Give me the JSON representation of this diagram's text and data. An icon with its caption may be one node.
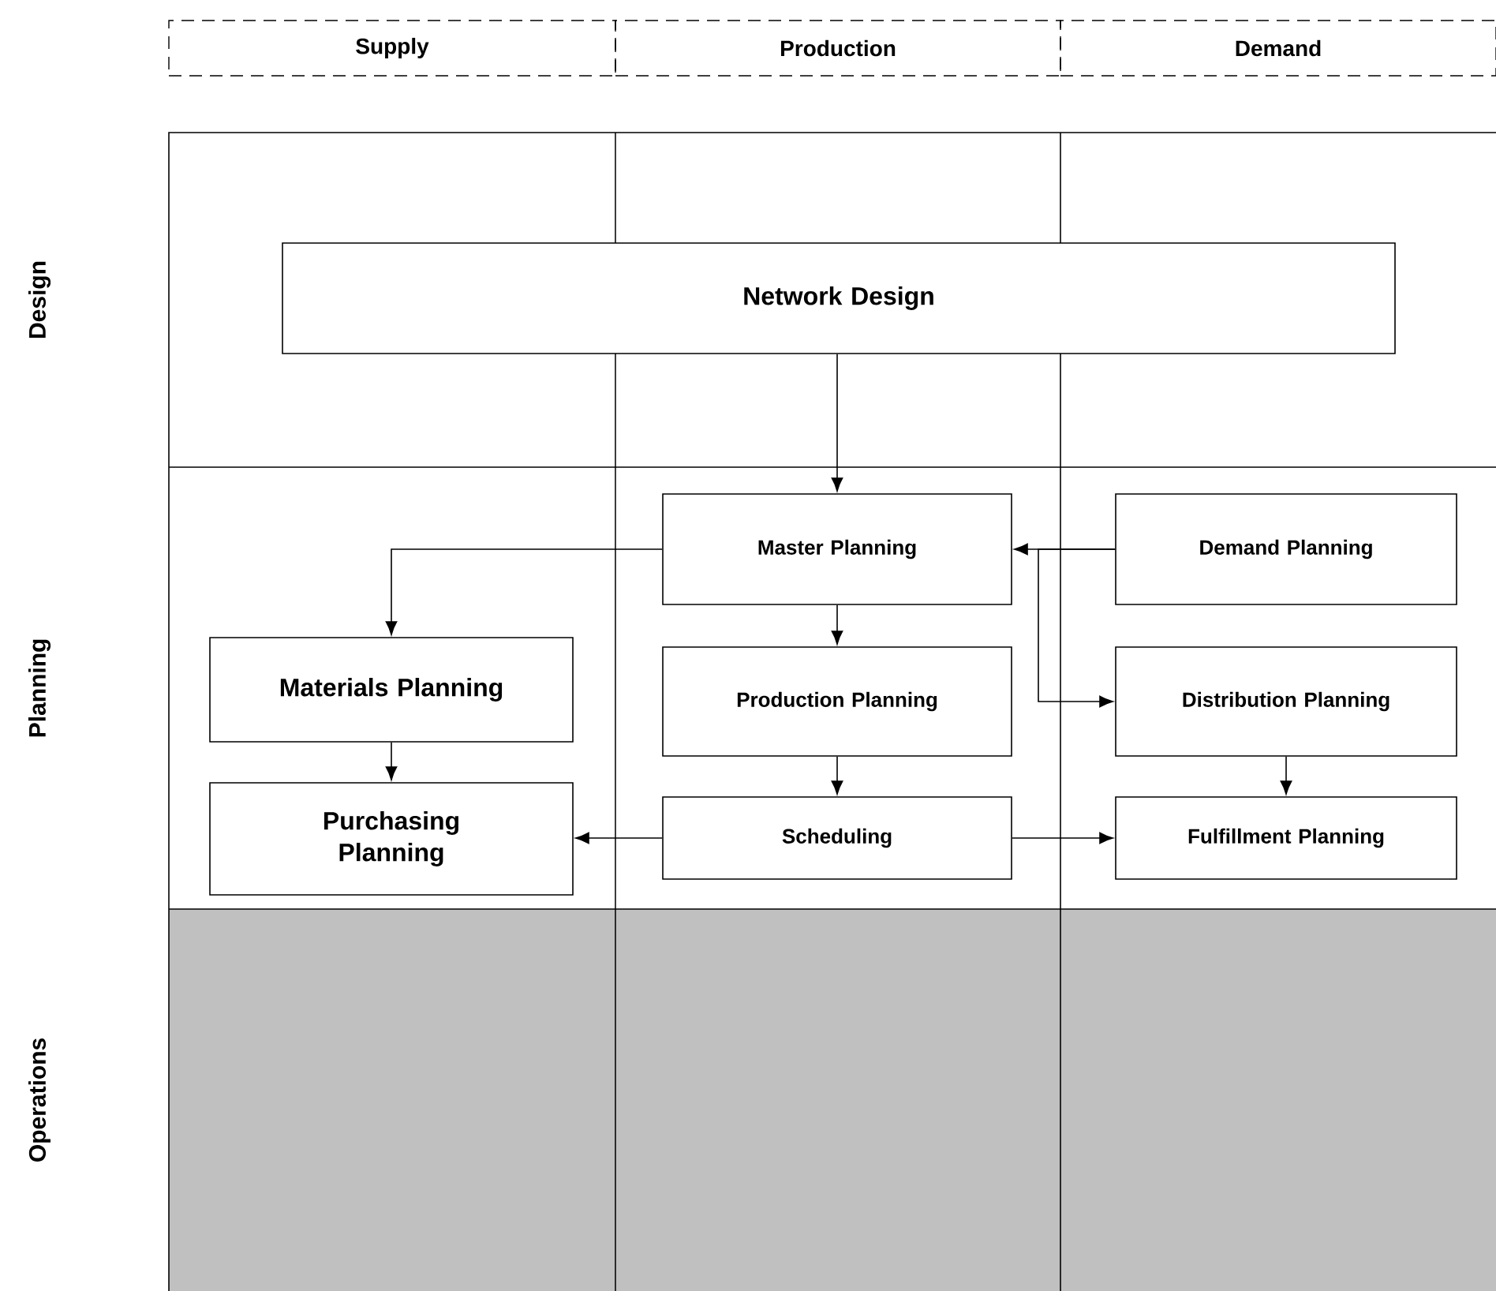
{
  "diagram": {
    "nodes": [
      {
        "text": [
          "Supply"
        ]
      },
      {
        "text": [
          "Production"
        ]
      },
      {
        "text": [
          "Demand"
        ]
      },
      {
        "text": [
          "Network Design"
        ]
      },
      {
        "text": [
          "Master  Planning"
        ]
      },
      {
        "text": [
          "Demand Planning"
        ]
      },
      {
        "text": [
          "Materials Planning"
        ]
      },
      {
        "text": [
          "Production Planning"
        ]
      },
      {
        "text": [
          "Distribution Planning"
        ]
      },
      {
        "text": [
          "Purchasing Planning"
        ]
      },
      {
        "text": [
          "Scheduling"
        ]
      },
      {
        "text": [
          "Fulfillment Planning"
        ]
      }
    ],
    "edges": [
      {
        "from": 3,
        "to": 4,
        "arrow": "to"
      },
      {
        "from": 4,
        "to": 6,
        "arrow": "to"
      },
      {
        "from": 5,
        "to": 4,
        "arrow": "to"
      },
      {
        "from": 5,
        "to": 8,
        "arrow": "to"
      },
      {
        "from": 4,
        "to": 7,
        "arrow": "to"
      },
      {
        "from": 7,
        "to": 10,
        "arrow": "to"
      },
      {
        "from": 6,
        "to": 9,
        "arrow": "to"
      },
      {
        "from": 8,
        "to": 11,
        "arrow": "to"
      },
      {
        "from": 10,
        "to": 9,
        "arrow": "to"
      },
      {
        "from": 10,
        "to": 11,
        "arrow": "to"
      }
    ],
    "labels": [
      "Design",
      "Planning",
      "Operations"
    ]
  }
}
